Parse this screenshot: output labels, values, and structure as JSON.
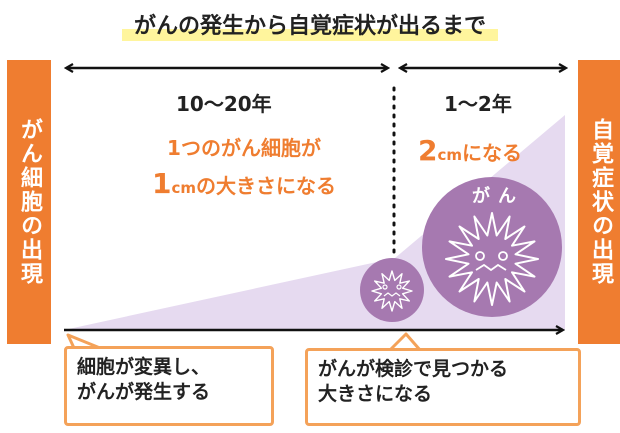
{
  "title": "がんの発生から自覚症状が出るまで",
  "left_bar": "がん細胞の出現",
  "right_bar": "自覚症状の出現",
  "period1": "10〜20年",
  "period2": "1〜2年",
  "growth1": {
    "line1": "1つのがん細胞が",
    "num": "1",
    "unit": "cm",
    "rest": "の大きさになる"
  },
  "growth2": {
    "num": "2",
    "unit": "cm",
    "rest": "になる"
  },
  "cancer_label": "がん",
  "callout_left": [
    "細胞が変異し、",
    "がんが発生する"
  ],
  "callout_right": [
    "がんが検診で見つかる",
    "大きさになる"
  ],
  "colors": {
    "orange": "#ef7d30",
    "purple": "#a679b0",
    "lavender": "#e6daf0",
    "callout_border": "#f4a259",
    "highlight": "#fff59d"
  }
}
